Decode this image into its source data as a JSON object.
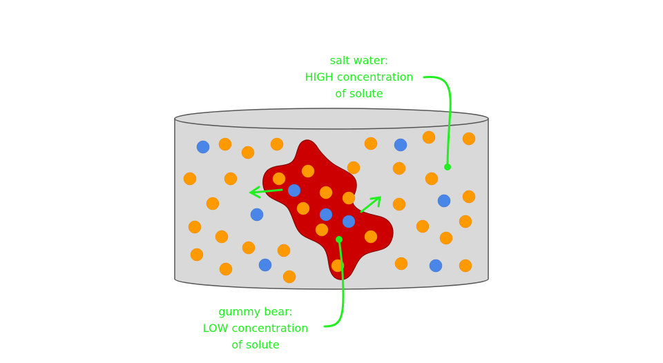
{
  "annotations": {
    "salt_water": {
      "line1": "salt water:",
      "line2": "HIGH concentration",
      "line3": "of solute"
    },
    "gummy_bear": {
      "line1": "gummy bear:",
      "line2": "LOW concentration",
      "line3": "of solute"
    }
  },
  "colors": {
    "container_fill": "#d9d9d9",
    "container_stroke": "#555555",
    "gummy_bear": "#cc0000",
    "solute_particle": "#ff9900",
    "water_particle": "#4a86e8",
    "annotation": "#22ee22"
  }
}
